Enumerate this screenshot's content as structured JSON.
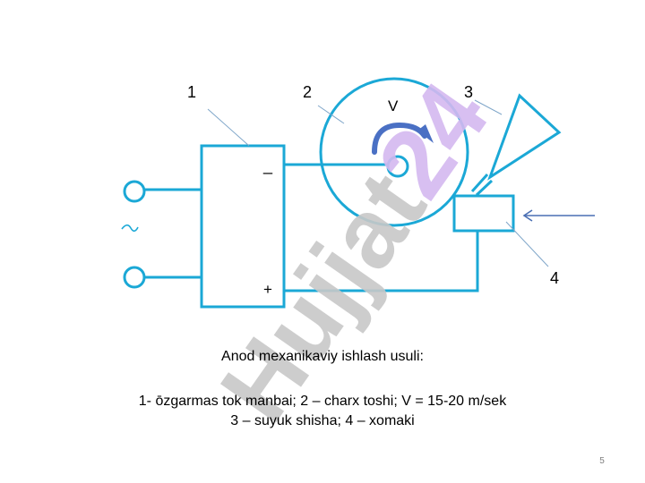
{
  "watermark": {
    "text": "Hujjat 24",
    "colors": {
      "hujjat": "#c8c8c8",
      "number": "#d4b8f0"
    }
  },
  "labels": {
    "n1": "1",
    "n2": "2",
    "n3": "3",
    "n4": "4",
    "minus": "_",
    "plus": "+",
    "speed": "V",
    "ac": "~"
  },
  "caption": {
    "title": "Anod mexanikaviy ishlash usuli:",
    "line1": "1- ōzgarmas tok manbai;   2 – charx toshi; V = 15-20 m/sek",
    "line2": "3 – suyuk shisha;  4 – xomaki"
  },
  "page_number": "5",
  "colors": {
    "wire": "#1ba8d6",
    "leader": "#7fa6c9",
    "arrow": "#4a6fb3",
    "rotation": "#4a70c4"
  }
}
